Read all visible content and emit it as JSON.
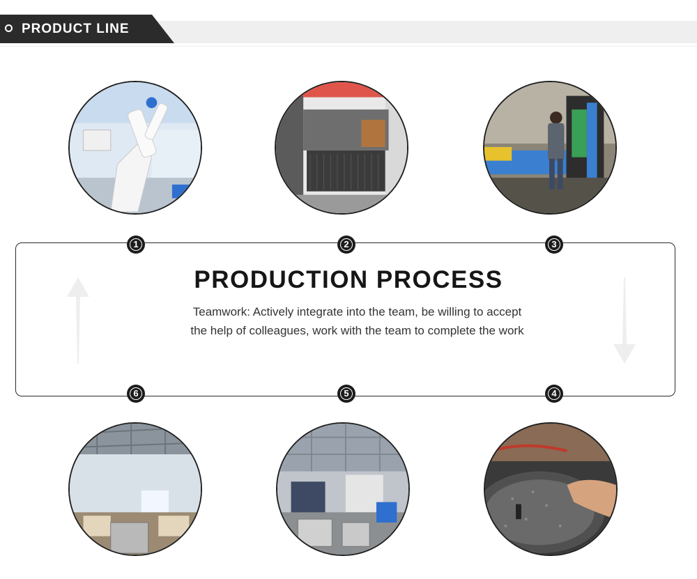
{
  "header": {
    "title": "PRODUCT LINE"
  },
  "process": {
    "title": "PRODUCTION PROCESS",
    "description": "Teamwork: Actively integrate into the team, be willing to accept the help of colleagues, work with the team to complete the work"
  },
  "steps": [
    {
      "number": "1",
      "photo": "welding-robot"
    },
    {
      "number": "2",
      "photo": "laser-cutting-machine"
    },
    {
      "number": "3",
      "photo": "tube-cutting-machine"
    },
    {
      "number": "4",
      "photo": "hand-assembly"
    },
    {
      "number": "5",
      "photo": "workshop-production"
    },
    {
      "number": "6",
      "photo": "warehouse"
    }
  ],
  "colors": {
    "header_dark": "#2b2b2b",
    "header_band": "#efefef",
    "accent_blue": "#3a7fd0"
  }
}
